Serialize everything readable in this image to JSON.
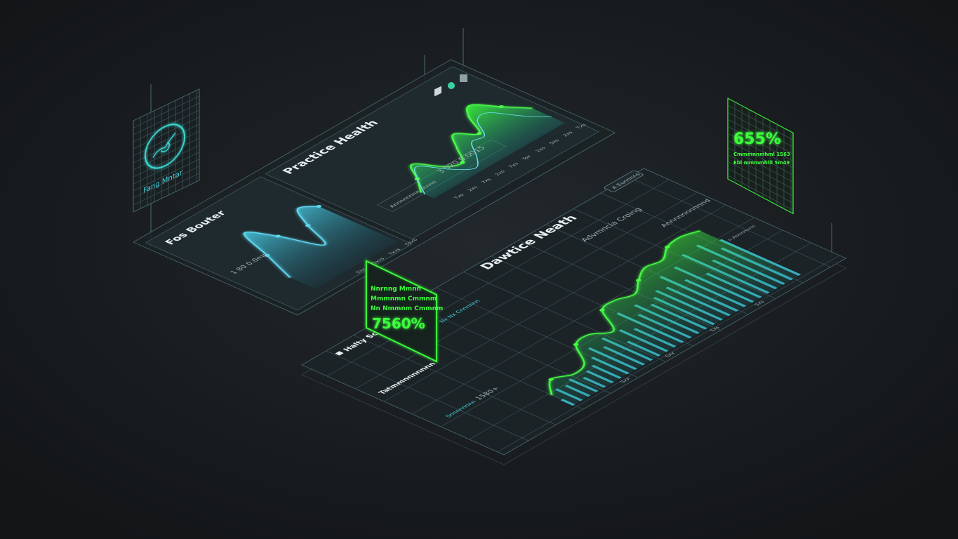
{
  "colors": {
    "background": "#16191c",
    "accent_green": "#3cff3c",
    "accent_cyan": "#46d6e0",
    "panel": "#1e2629",
    "edge": "#4a6a70"
  },
  "left_card": {
    "label": "Fang Mntar",
    "icon": "stethoscope-circle-icon"
  },
  "right_card": {
    "value": "655%",
    "lines": [
      "Cmmmnnmhml 1563",
      "Ebl mmmmhlll 5m49"
    ]
  },
  "middle_card": {
    "lines": [
      "Nnrnng Mmnn",
      "Mmmnmn Cmmnm",
      "Nn Nmmnm Cmmnm"
    ],
    "value": "7560%"
  },
  "top_icons": [
    "square-icon",
    "dot-icon",
    "window-icon"
  ],
  "fos_panel": {
    "title": "Fos Bouter",
    "subtitle": "1 80 0.0mn",
    "ticks": [
      "Sxx",
      "Sxxs",
      "Txxs",
      "Sxxb"
    ],
    "series": [
      40,
      95,
      150,
      115,
      60,
      105,
      140,
      125
    ]
  },
  "practice_panel": {
    "title": "Practice Health",
    "stat_label": "Annnnnnnn nnnnn",
    "stat_value": "3 520 0.0015",
    "ticks": [
      "Txo",
      "2xs",
      "7xs",
      "2xo",
      "7xs",
      "Tox",
      "2xo",
      "5xs",
      "2xo",
      "Txs"
    ],
    "series": [
      20,
      45,
      72,
      40,
      30,
      58,
      82,
      60,
      96,
      112,
      82,
      52
    ]
  },
  "main_panel": {
    "title": "Dawtice Neath",
    "subtitle": "Advmncia Croing",
    "button_label": "A Eunnnns",
    "right_label": "Annnnnnnnnnd",
    "right_sublabel": "n Annnnnnn",
    "legend_label": "Halty Scale",
    "stat_label": "Tatmmnnnnnnn",
    "stat_sub": "Snnnnnnnn",
    "stat_value": "1580+",
    "axis_note": "Nx Nx Cnnnnnn",
    "ticks": [
      "Sxx",
      "Sxx",
      "Sxs",
      "Sxs"
    ],
    "series": [
      35,
      60,
      48,
      55,
      92,
      96,
      80,
      122,
      126,
      118,
      136,
      150,
      146,
      162,
      166,
      158
    ]
  }
}
